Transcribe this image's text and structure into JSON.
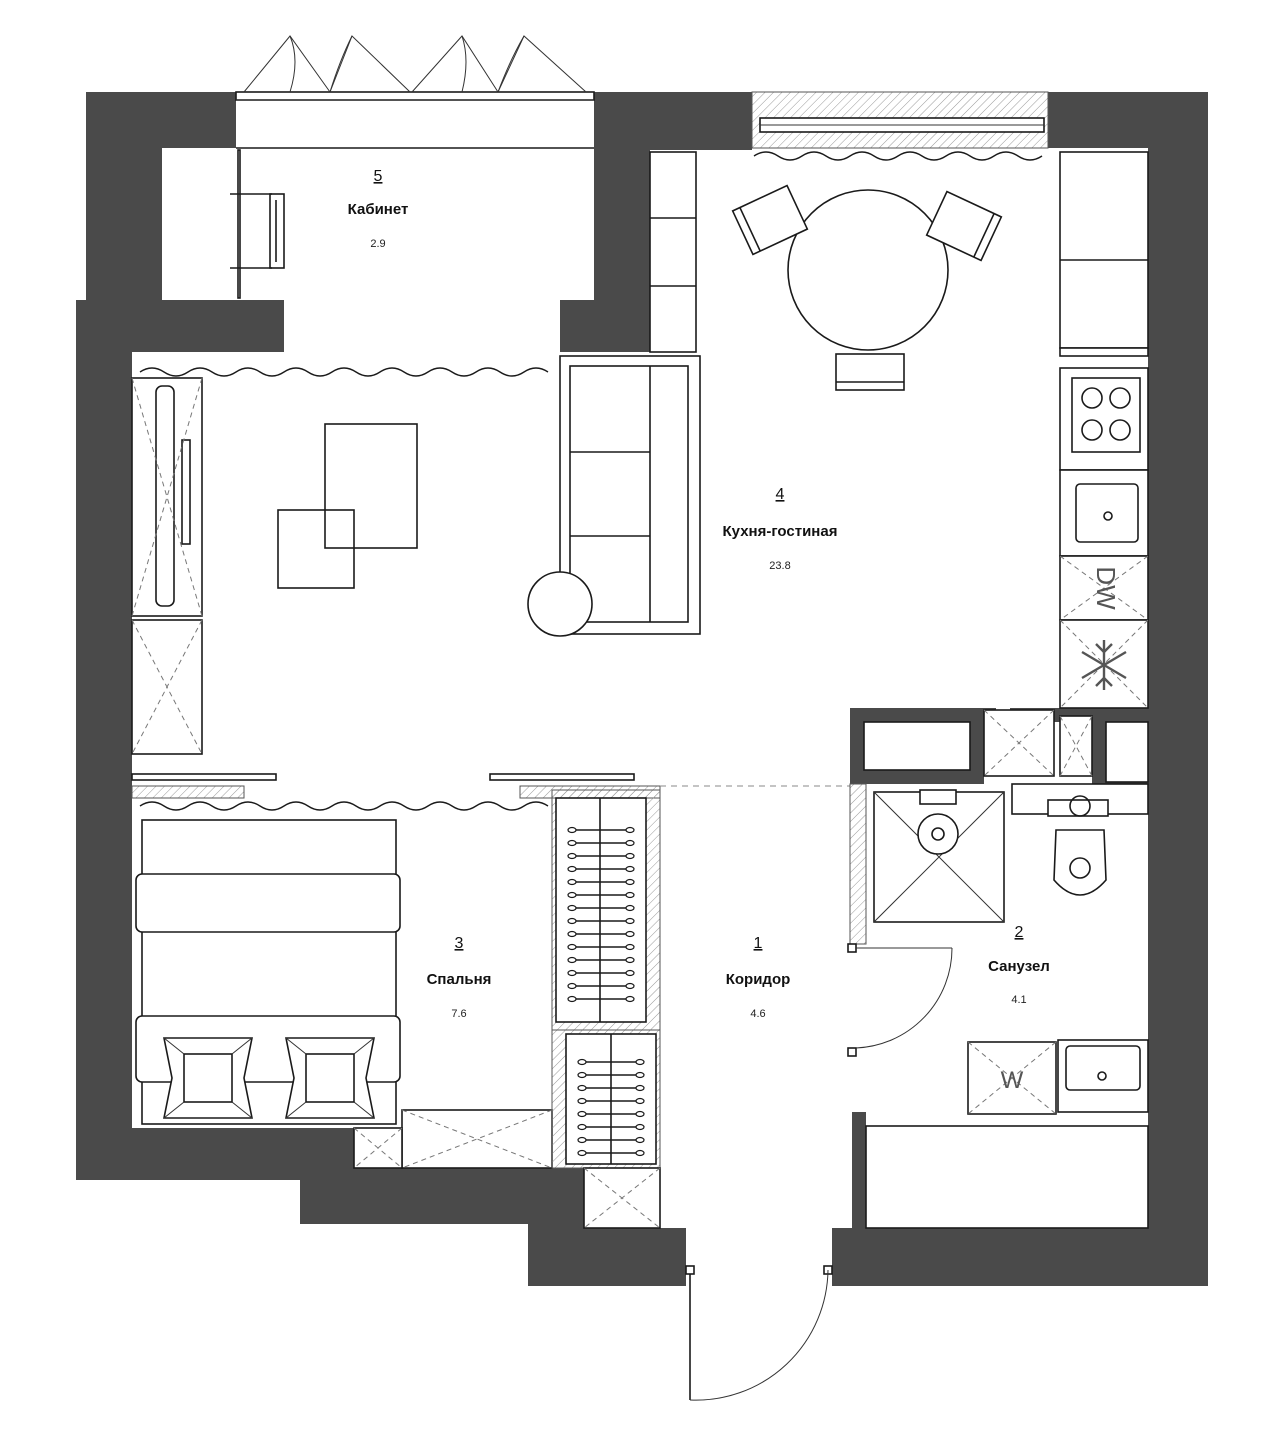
{
  "rooms": [
    {
      "number": "1",
      "name": "Коридор",
      "area": "4.6"
    },
    {
      "number": "2",
      "name": "Санузел",
      "area": "4.1"
    },
    {
      "number": "3",
      "name": "Спальня",
      "area": "7.6"
    },
    {
      "number": "4",
      "name": "Кухня-гостиная",
      "area": "23.8"
    },
    {
      "number": "5",
      "name": "Кабинет",
      "area": "2.9"
    }
  ],
  "appliance_labels": {
    "dishwasher": "DW",
    "washer": "W"
  },
  "icons": [
    "stove-icon",
    "sink-icon",
    "snowflake-icon",
    "toilet-icon",
    "shower-icon",
    "door-swing-icon"
  ],
  "colors": {
    "wall": "#4a4a4a",
    "line": "#1a1a1a",
    "background": "#ffffff"
  }
}
